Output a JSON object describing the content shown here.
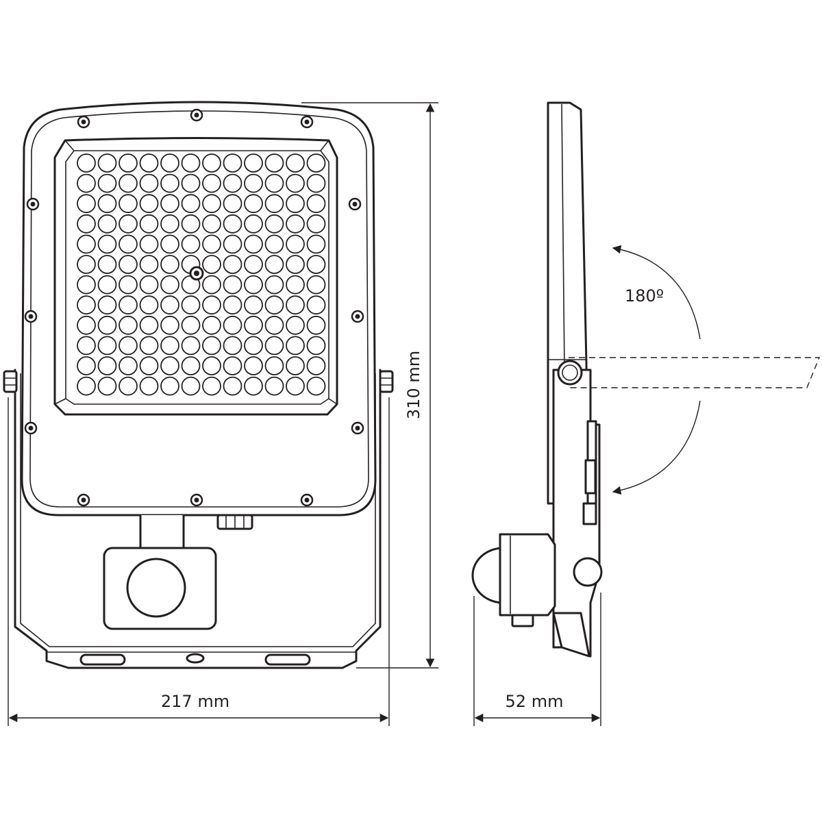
{
  "dimensions": {
    "height": "310 mm",
    "width": "217 mm",
    "depth": "52 mm"
  },
  "rotation": {
    "angle": "180º"
  },
  "led_grid": {
    "rows": 12,
    "cols": 12
  }
}
